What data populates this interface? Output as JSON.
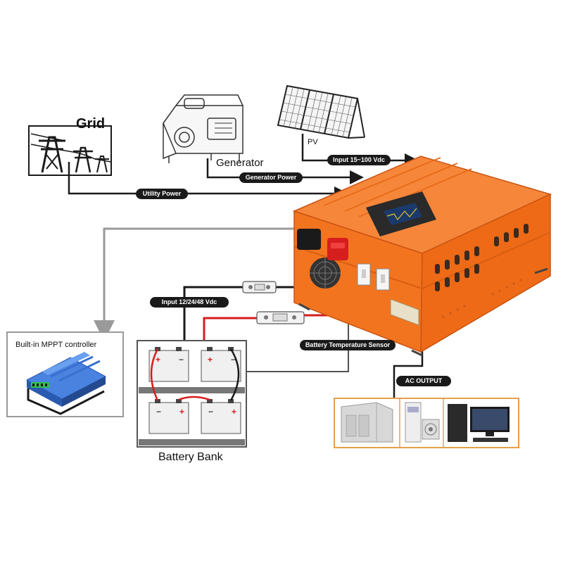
{
  "sources": {
    "grid": "Grid",
    "generator": "Generator",
    "pv": "PV"
  },
  "links": {
    "utility_power": "Utility Power",
    "generator_power": "Generator Power",
    "pv_input": "Input 15~100 Vdc",
    "battery_input": "Input 12/24/48 Vdc",
    "temp_sensor": "Battery Temperature Sensor",
    "ac_output": "AC OUTPUT"
  },
  "mppt": {
    "label": "Built-in MPPT controller"
  },
  "battery": {
    "label": "Battery Bank"
  },
  "colors": {
    "inverter_orange": "#f2741f",
    "inverter_dark": "#c95412",
    "cable_red": "#d61e1e",
    "cable_black": "#1a1a1a",
    "connector_grey": "#9a9a9a",
    "load_border": "#e6a04a",
    "mppt_blue": "#3a6fd0"
  },
  "icons": [
    "grid-tower-icon",
    "generator-icon",
    "solar-panel-icon",
    "inverter-icon",
    "mppt-controller-icon",
    "battery-icon",
    "server-cabinet-icon",
    "air-conditioner-icon",
    "desktop-computer-icon"
  ]
}
